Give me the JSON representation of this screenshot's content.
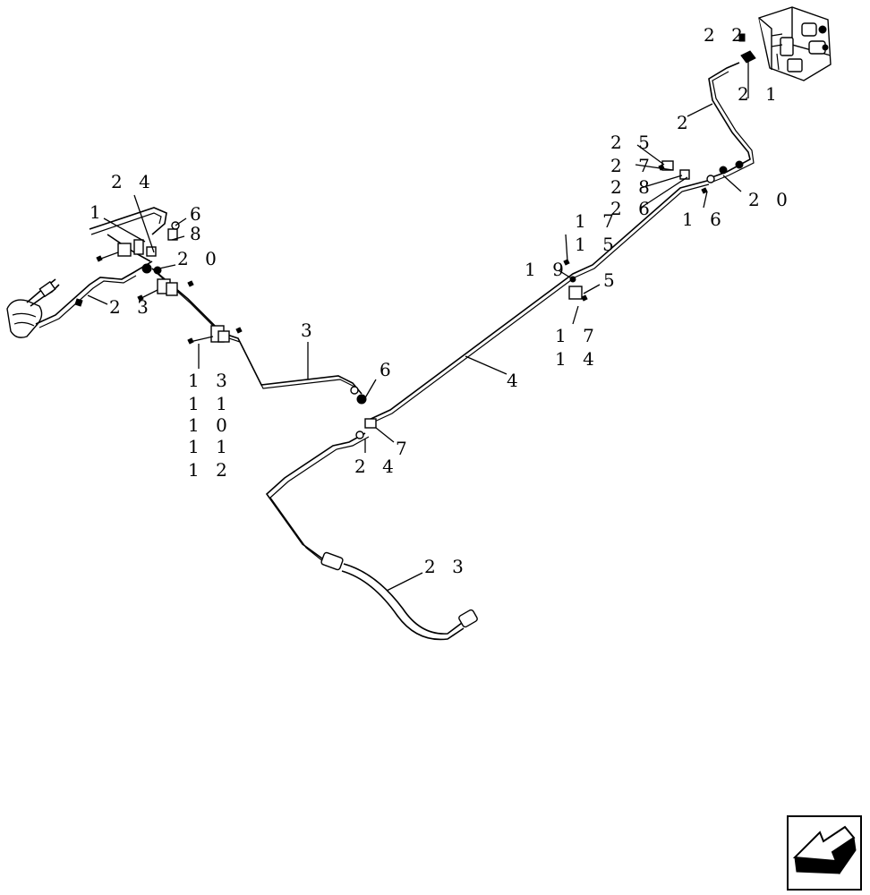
{
  "callouts": [
    {
      "id": "c22",
      "text": "2 2"
    },
    {
      "id": "c21",
      "text": "2 1"
    },
    {
      "id": "c2",
      "text": "2"
    },
    {
      "id": "c25",
      "text": "2 5"
    },
    {
      "id": "c27",
      "text": "2 7"
    },
    {
      "id": "c28",
      "text": "2 8"
    },
    {
      "id": "c26",
      "text": "2 6"
    },
    {
      "id": "c20r",
      "text": "2 0"
    },
    {
      "id": "c16",
      "text": "1 6"
    },
    {
      "id": "c17a",
      "text": "1 7"
    },
    {
      "id": "c15",
      "text": "1 5"
    },
    {
      "id": "c19",
      "text": "1 9"
    },
    {
      "id": "c5",
      "text": "5"
    },
    {
      "id": "c17b",
      "text": "1 7"
    },
    {
      "id": "c14",
      "text": "1 4"
    },
    {
      "id": "c24a",
      "text": "2 4"
    },
    {
      "id": "c1",
      "text": "1"
    },
    {
      "id": "c6a",
      "text": "6"
    },
    {
      "id": "c8",
      "text": "8"
    },
    {
      "id": "c20l",
      "text": "2 0"
    },
    {
      "id": "c23a",
      "text": "2 3"
    },
    {
      "id": "c3",
      "text": "3"
    },
    {
      "id": "c6b",
      "text": "6"
    },
    {
      "id": "c4",
      "text": "4"
    },
    {
      "id": "c7",
      "text": "7"
    },
    {
      "id": "c24b",
      "text": "2 4"
    },
    {
      "id": "c13",
      "text": "1 3"
    },
    {
      "id": "c11a",
      "text": "1 1"
    },
    {
      "id": "c10",
      "text": "1 0"
    },
    {
      "id": "c11b",
      "text": "1 1"
    },
    {
      "id": "c12",
      "text": "1 2"
    },
    {
      "id": "c23b",
      "text": "2 3"
    }
  ],
  "icons": {
    "orientation": "direction-arrow-icon",
    "valve": "control-valve-icon",
    "pedal": "brake-pedal-icon"
  }
}
